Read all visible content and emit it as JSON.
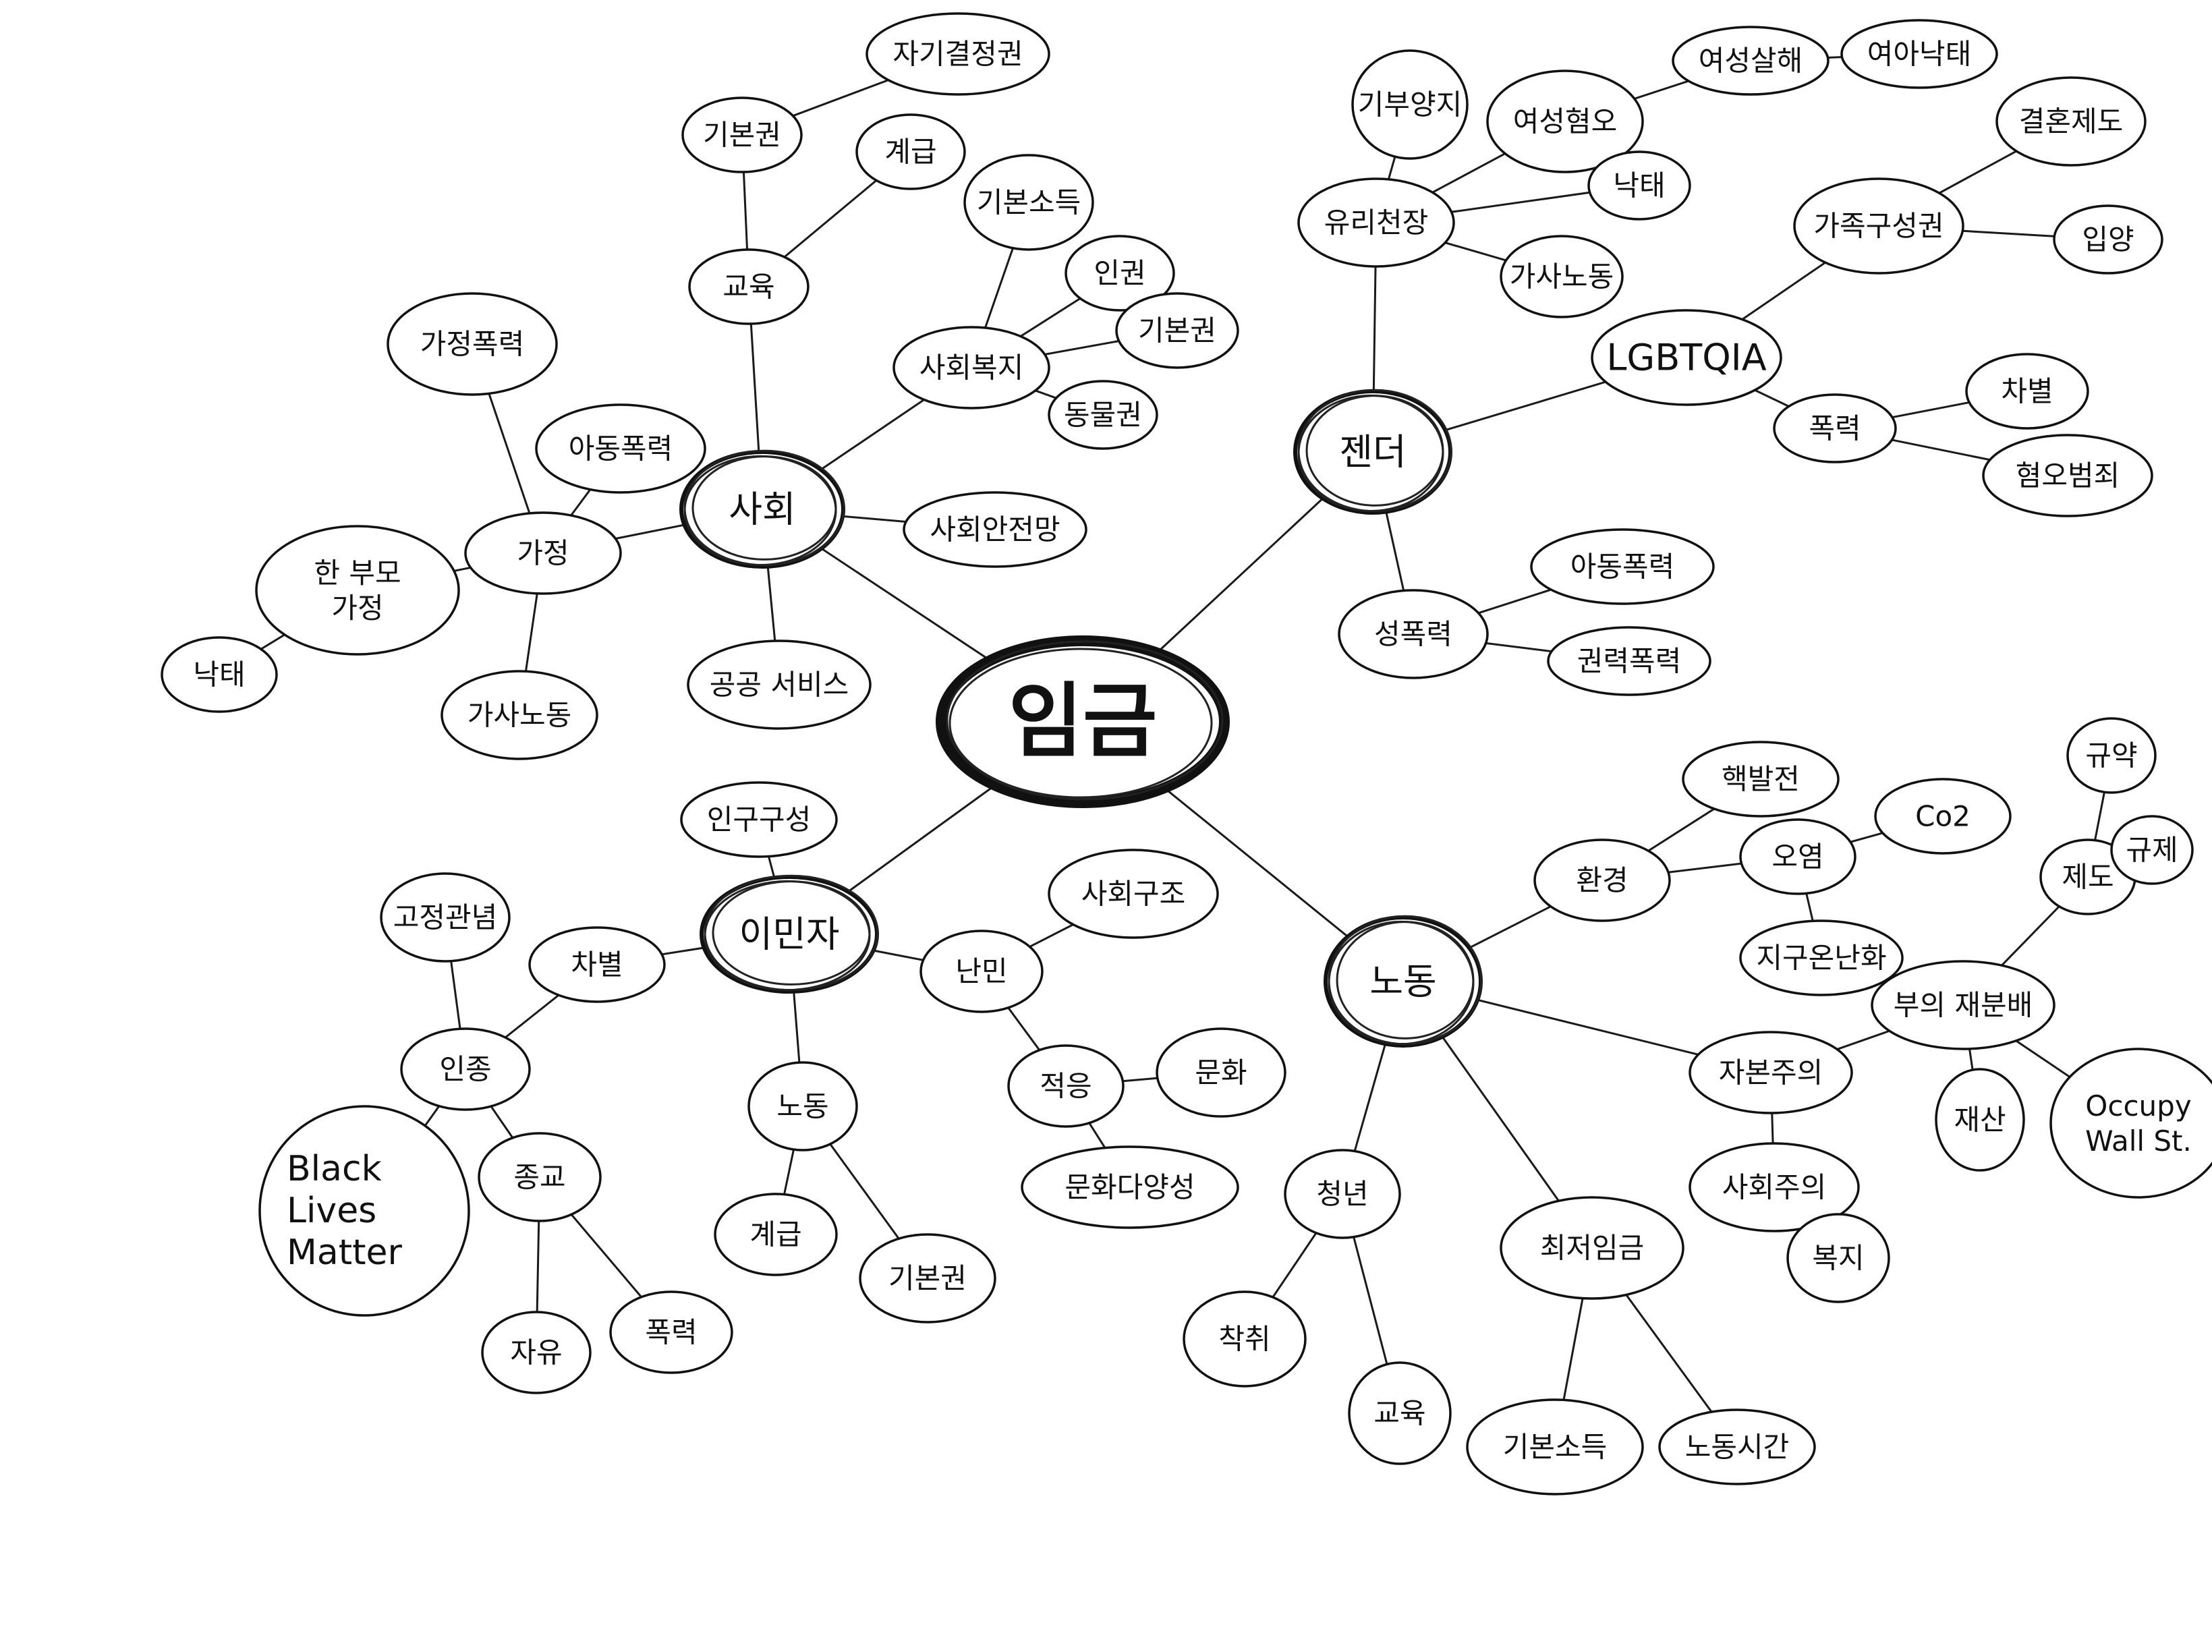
{
  "mindmap": {
    "center": {
      "id": "wage",
      "label": "임금"
    },
    "nodes": [
      {
        "id": "society",
        "label": "사회",
        "kind": "hub"
      },
      {
        "id": "gender",
        "label": "젠더",
        "kind": "hub"
      },
      {
        "id": "immigrant",
        "label": "이민자",
        "kind": "hub"
      },
      {
        "id": "labor",
        "label": "노동",
        "kind": "hub"
      },
      {
        "id": "education",
        "label": "교육"
      },
      {
        "id": "basic-rights-1",
        "label": "기본권"
      },
      {
        "id": "self-determination",
        "label": "자기결정권"
      },
      {
        "id": "class-1",
        "label": "계급"
      },
      {
        "id": "welfare",
        "label": "사회복지"
      },
      {
        "id": "basic-income-1",
        "label": "기본소득"
      },
      {
        "id": "human-rights",
        "label": "인권"
      },
      {
        "id": "basic-rights-2",
        "label": "기본권"
      },
      {
        "id": "animal-rights",
        "label": "동물권"
      },
      {
        "id": "safety-net",
        "label": "사회안전망"
      },
      {
        "id": "public-service",
        "label": "공공 서비스"
      },
      {
        "id": "family",
        "label": "가정"
      },
      {
        "id": "domestic-violence",
        "label": "가정폭력"
      },
      {
        "id": "child-abuse-1",
        "label": "아동폭력"
      },
      {
        "id": "single-parent",
        "label": "한 부모 가정"
      },
      {
        "id": "abortion-1",
        "label": "낙태"
      },
      {
        "id": "housework-1",
        "label": "가사노동"
      },
      {
        "id": "glass-ceiling",
        "label": "유리천장"
      },
      {
        "id": "maternity-leave",
        "label": "기부양지"
      },
      {
        "id": "misogyny",
        "label": "여성혐오"
      },
      {
        "id": "femicide",
        "label": "여성살해"
      },
      {
        "id": "female-feticide",
        "label": "여아낙태"
      },
      {
        "id": "abortion-2",
        "label": "낙태"
      },
      {
        "id": "housework-2",
        "label": "가사노동"
      },
      {
        "id": "lgbtqia",
        "label": "LGBTQIA",
        "latin": true
      },
      {
        "id": "family-structure",
        "label": "가족구성권"
      },
      {
        "id": "marriage-system",
        "label": "결혼제도"
      },
      {
        "id": "adoption",
        "label": "입양"
      },
      {
        "id": "violence-1",
        "label": "폭력"
      },
      {
        "id": "discrimination-1",
        "label": "차별"
      },
      {
        "id": "hate-crime",
        "label": "혐오범죄"
      },
      {
        "id": "sexual-violence",
        "label": "성폭력"
      },
      {
        "id": "child-abuse-2",
        "label": "아동폭력"
      },
      {
        "id": "power-violence",
        "label": "권력폭력"
      },
      {
        "id": "population",
        "label": "인구구성"
      },
      {
        "id": "discrimination-2",
        "label": "차별"
      },
      {
        "id": "stereotype",
        "label": "고정관념"
      },
      {
        "id": "race",
        "label": "인종"
      },
      {
        "id": "blm",
        "label": "Black Lives Matter",
        "latin": true
      },
      {
        "id": "religion",
        "label": "종교"
      },
      {
        "id": "freedom",
        "label": "자유"
      },
      {
        "id": "violence-2",
        "label": "폭력"
      },
      {
        "id": "labor-2",
        "label": "노동"
      },
      {
        "id": "class-2",
        "label": "계급"
      },
      {
        "id": "basic-rights-3",
        "label": "기본권"
      },
      {
        "id": "refugee",
        "label": "난민"
      },
      {
        "id": "social-structure",
        "label": "사회구조"
      },
      {
        "id": "adaptation",
        "label": "적응"
      },
      {
        "id": "culture",
        "label": "문화"
      },
      {
        "id": "multiculturalism",
        "label": "문화다양성"
      },
      {
        "id": "environment",
        "label": "환경"
      },
      {
        "id": "nuclear",
        "label": "핵발전"
      },
      {
        "id": "pollution",
        "label": "오염"
      },
      {
        "id": "co2",
        "label": "Co2",
        "latin": true
      },
      {
        "id": "global-warming",
        "label": "지구온난화"
      },
      {
        "id": "capitalism",
        "label": "자본주의"
      },
      {
        "id": "redistribution",
        "label": "부의 재분배"
      },
      {
        "id": "institution",
        "label": "제도"
      },
      {
        "id": "regulation-1",
        "label": "규약"
      },
      {
        "id": "regulation-2",
        "label": "규제"
      },
      {
        "id": "donation",
        "label": "재산"
      },
      {
        "id": "occupy",
        "label": "Occupy Wall St.",
        "latin": true
      },
      {
        "id": "socialism",
        "label": "사회주의"
      },
      {
        "id": "welfare-2",
        "label": "복지"
      },
      {
        "id": "youth",
        "label": "청년"
      },
      {
        "id": "exploitation",
        "label": "착취"
      },
      {
        "id": "education-2",
        "label": "교육"
      },
      {
        "id": "min-wage",
        "label": "최저임금"
      },
      {
        "id": "basic-income-2",
        "label": "기본소득"
      },
      {
        "id": "working-hours",
        "label": "노동시간"
      }
    ],
    "edges": [
      [
        "wage",
        "society"
      ],
      [
        "wage",
        "gender"
      ],
      [
        "wage",
        "immigrant"
      ],
      [
        "wage",
        "labor"
      ],
      [
        "society",
        "education"
      ],
      [
        "education",
        "basic-rights-1"
      ],
      [
        "basic-rights-1",
        "self-determination"
      ],
      [
        "education",
        "class-1"
      ],
      [
        "society",
        "welfare"
      ],
      [
        "welfare",
        "basic-income-1"
      ],
      [
        "welfare",
        "human-rights"
      ],
      [
        "welfare",
        "basic-rights-2"
      ],
      [
        "welfare",
        "animal-rights"
      ],
      [
        "society",
        "safety-net"
      ],
      [
        "society",
        "public-service"
      ],
      [
        "society",
        "family"
      ],
      [
        "family",
        "domestic-violence"
      ],
      [
        "family",
        "child-abuse-1"
      ],
      [
        "family",
        "single-parent"
      ],
      [
        "single-parent",
        "abortion-1"
      ],
      [
        "family",
        "housework-1"
      ],
      [
        "gender",
        "glass-ceiling"
      ],
      [
        "glass-ceiling",
        "maternity-leave"
      ],
      [
        "glass-ceiling",
        "misogyny"
      ],
      [
        "misogyny",
        "femicide"
      ],
      [
        "femicide",
        "female-feticide"
      ],
      [
        "glass-ceiling",
        "abortion-2"
      ],
      [
        "glass-ceiling",
        "housework-2"
      ],
      [
        "gender",
        "lgbtqia"
      ],
      [
        "lgbtqia",
        "family-structure"
      ],
      [
        "family-structure",
        "marriage-system"
      ],
      [
        "family-structure",
        "adoption"
      ],
      [
        "lgbtqia",
        "violence-1"
      ],
      [
        "violence-1",
        "discrimination-1"
      ],
      [
        "violence-1",
        "hate-crime"
      ],
      [
        "gender",
        "sexual-violence"
      ],
      [
        "sexual-violence",
        "child-abuse-2"
      ],
      [
        "sexual-violence",
        "power-violence"
      ],
      [
        "immigrant",
        "population"
      ],
      [
        "immigrant",
        "discrimination-2"
      ],
      [
        "discrimination-2",
        "race"
      ],
      [
        "race",
        "stereotype"
      ],
      [
        "race",
        "blm"
      ],
      [
        "race",
        "religion"
      ],
      [
        "religion",
        "freedom"
      ],
      [
        "religion",
        "violence-2"
      ],
      [
        "immigrant",
        "labor-2"
      ],
      [
        "labor-2",
        "class-2"
      ],
      [
        "labor-2",
        "basic-rights-3"
      ],
      [
        "immigrant",
        "refugee"
      ],
      [
        "refugee",
        "social-structure"
      ],
      [
        "refugee",
        "adaptation"
      ],
      [
        "adaptation",
        "culture"
      ],
      [
        "adaptation",
        "multiculturalism"
      ],
      [
        "labor",
        "environment"
      ],
      [
        "environment",
        "nuclear"
      ],
      [
        "environment",
        "pollution"
      ],
      [
        "pollution",
        "co2"
      ],
      [
        "pollution",
        "global-warming"
      ],
      [
        "labor",
        "capitalism"
      ],
      [
        "capitalism",
        "redistribution"
      ],
      [
        "redistribution",
        "institution"
      ],
      [
        "institution",
        "regulation-1"
      ],
      [
        "institution",
        "regulation-2"
      ],
      [
        "redistribution",
        "donation"
      ],
      [
        "redistribution",
        "occupy"
      ],
      [
        "capitalism",
        "socialism"
      ],
      [
        "socialism",
        "welfare-2"
      ],
      [
        "labor",
        "youth"
      ],
      [
        "youth",
        "exploitation"
      ],
      [
        "youth",
        "education-2"
      ],
      [
        "labor",
        "min-wage"
      ],
      [
        "min-wage",
        "basic-income-2"
      ],
      [
        "min-wage",
        "working-hours"
      ]
    ]
  }
}
